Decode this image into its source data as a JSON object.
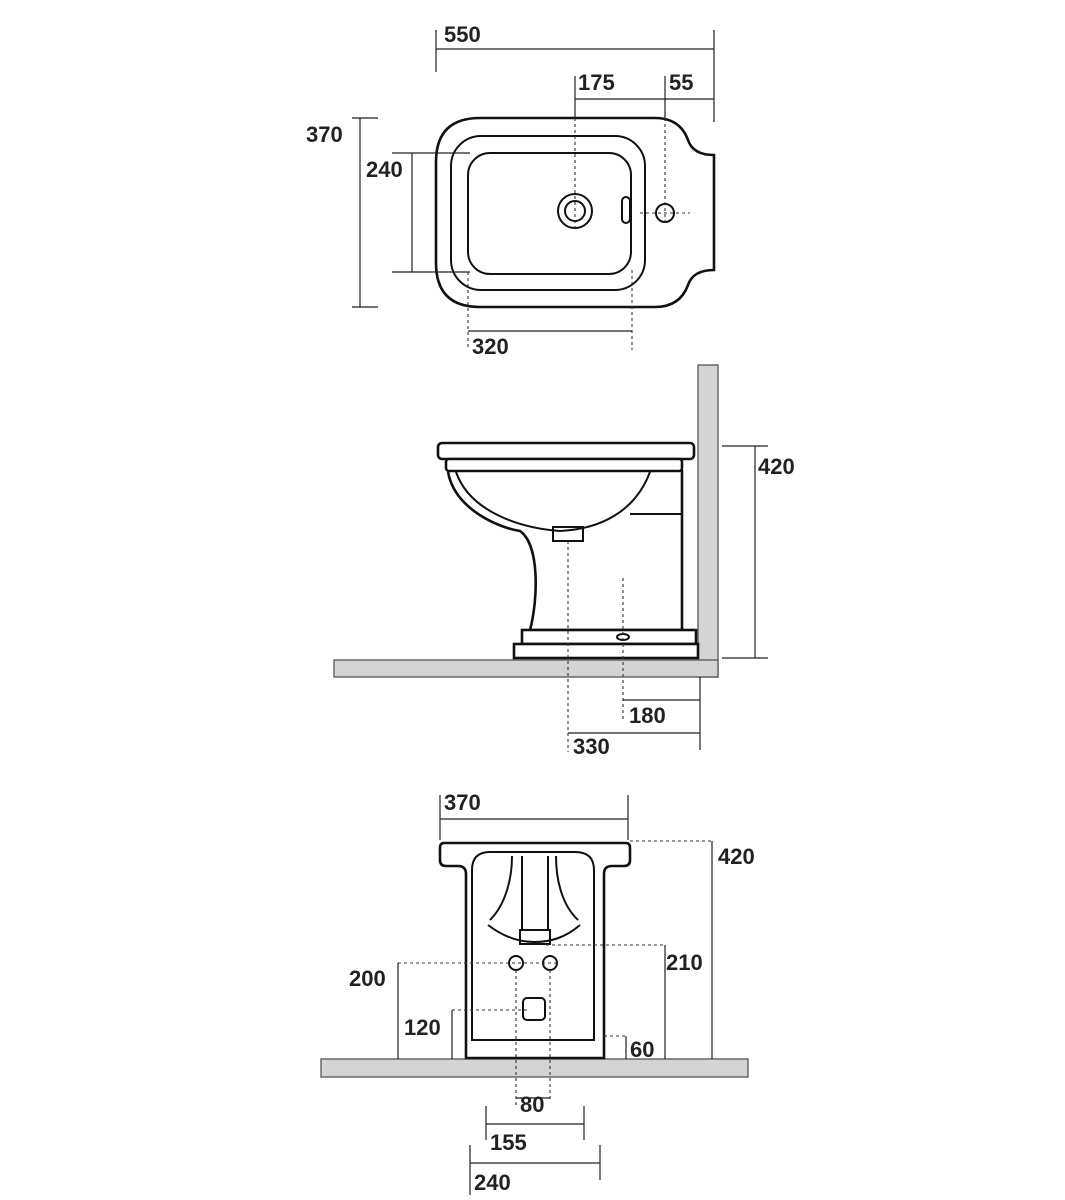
{
  "top_view": {
    "width_total": "550",
    "tap_offset": "175",
    "rear_offset": "55",
    "depth_total": "370",
    "bowl_depth": "240",
    "bowl_width": "320"
  },
  "side_view": {
    "height": "420",
    "fixing_from_wall": "180",
    "waste_from_wall": "330"
  },
  "front_view": {
    "width_total": "370",
    "height": "420",
    "waste_outlet_height": "210",
    "supply_height": "200",
    "waste_height": "120",
    "base_height": "60",
    "supply_spacing": "80",
    "fixing_spacing": "155",
    "base_width": "240"
  }
}
